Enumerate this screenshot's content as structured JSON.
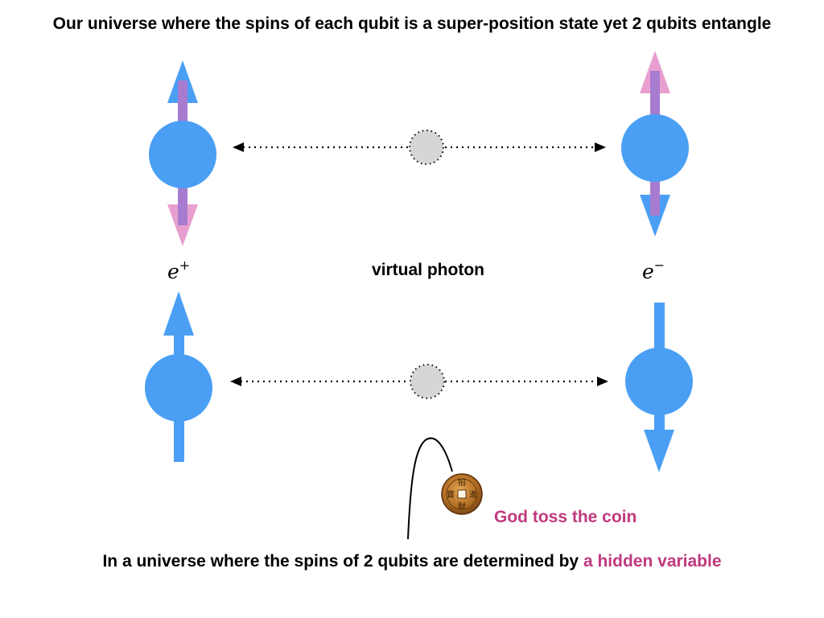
{
  "title": "Our universe where the spins of each qubit is a super-position state yet 2 qubits entangle",
  "labels": {
    "positron": "e",
    "positron_sign": "+",
    "electron": "e",
    "electron_sign": "−",
    "virtual_photon": "virtual photon",
    "coin_toss": "God toss the coin"
  },
  "coin_glyphs": [
    "招",
    "進",
    "財",
    "寶"
  ],
  "bottom_caption": {
    "prefix": "In a universe where the spins of 2 qubits are determined by",
    "highlight": "a hidden variable"
  },
  "colors": {
    "particle_blue": "#4a9ff5",
    "superposition_pink": "#e89fd0",
    "overlap_purple": "#a77cd0",
    "photon_gray": "#d6d6d6",
    "accent_magenta": "#c0397e"
  },
  "icons": {
    "spin_up": "arrow-up-icon",
    "spin_down": "arrow-down-icon",
    "photon": "dotted-circle-icon",
    "coin": "chinese-coin-icon"
  }
}
